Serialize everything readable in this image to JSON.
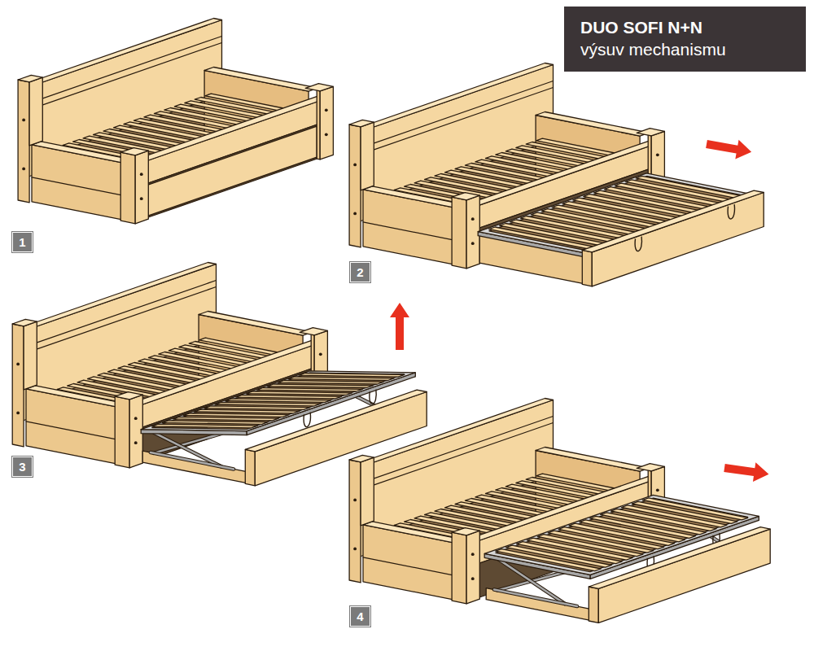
{
  "diagram": {
    "nodes": [
      {
        "text": [
          "DUO SOFI N+N",
          "výsuv mechanismu"
        ]
      }
    ],
    "labels": [
      "1",
      "2",
      "3",
      "4"
    ]
  }
}
